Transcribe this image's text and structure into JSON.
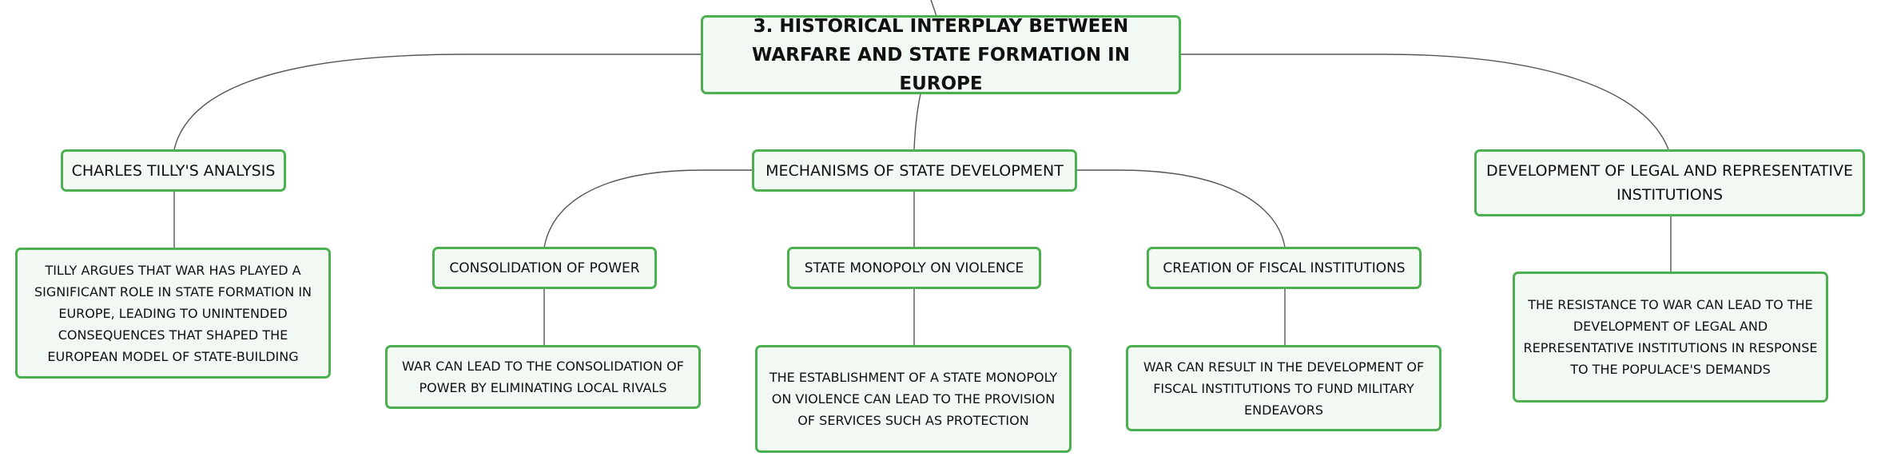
{
  "colors": {
    "node_border": "#4caf50",
    "node_fill": "#f1f9f2",
    "connector": "#555555",
    "text": "#111111"
  },
  "root": {
    "label": "3. HISTORICAL INTERPLAY BETWEEN WARFARE AND STATE FORMATION IN EUROPE"
  },
  "branches": [
    {
      "label": "CHARLES TILLY'S ANALYSIS",
      "detail": "TILLY ARGUES THAT WAR HAS PLAYED A SIGNIFICANT ROLE IN STATE FORMATION IN EUROPE, LEADING TO UNINTENDED CONSEQUENCES THAT SHAPED THE EUROPEAN MODEL OF STATE-BUILDING"
    },
    {
      "label": "MECHANISMS OF STATE DEVELOPMENT",
      "children": [
        {
          "label": "CONSOLIDATION OF POWER",
          "detail": "WAR CAN LEAD TO THE CONSOLIDATION OF POWER BY ELIMINATING LOCAL RIVALS"
        },
        {
          "label": "STATE MONOPOLY ON VIOLENCE",
          "detail": "THE ESTABLISHMENT OF A STATE MONOPOLY ON VIOLENCE CAN LEAD TO THE PROVISION OF SERVICES SUCH AS PROTECTION"
        },
        {
          "label": "CREATION OF FISCAL INSTITUTIONS",
          "detail": "WAR CAN RESULT IN THE DEVELOPMENT OF FISCAL INSTITUTIONS TO FUND MILITARY ENDEAVORS"
        }
      ]
    },
    {
      "label": "DEVELOPMENT OF LEGAL AND REPRESENTATIVE INSTITUTIONS",
      "detail": "THE RESISTANCE TO WAR CAN LEAD TO THE DEVELOPMENT OF LEGAL AND REPRESENTATIVE INSTITUTIONS IN RESPONSE TO THE POPULACE'S DEMANDS"
    }
  ]
}
